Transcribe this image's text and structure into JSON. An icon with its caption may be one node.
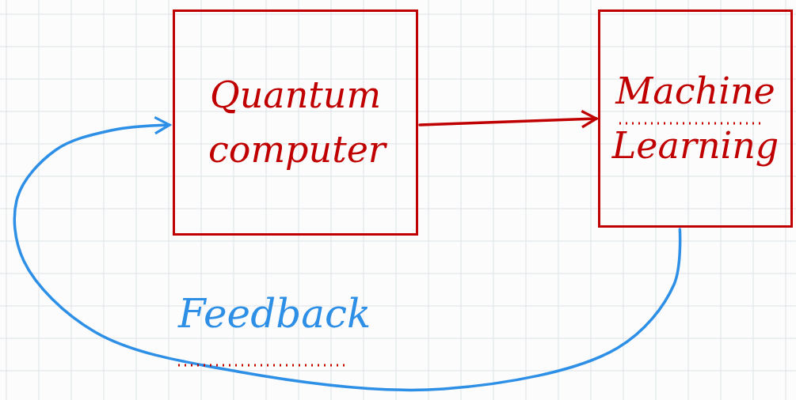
{
  "diagram": {
    "nodes": [
      {
        "text": [
          "Quantum computer"
        ]
      },
      {
        "text": [
          "Machine Learning"
        ]
      }
    ],
    "edges": [
      {
        "from": 0,
        "to": 1,
        "arrow": "to",
        "color": "#c00000"
      },
      {
        "from": 1,
        "to": 0,
        "arrow": "to",
        "label": "Feedback",
        "color": "#2d8fe6"
      }
    ]
  }
}
